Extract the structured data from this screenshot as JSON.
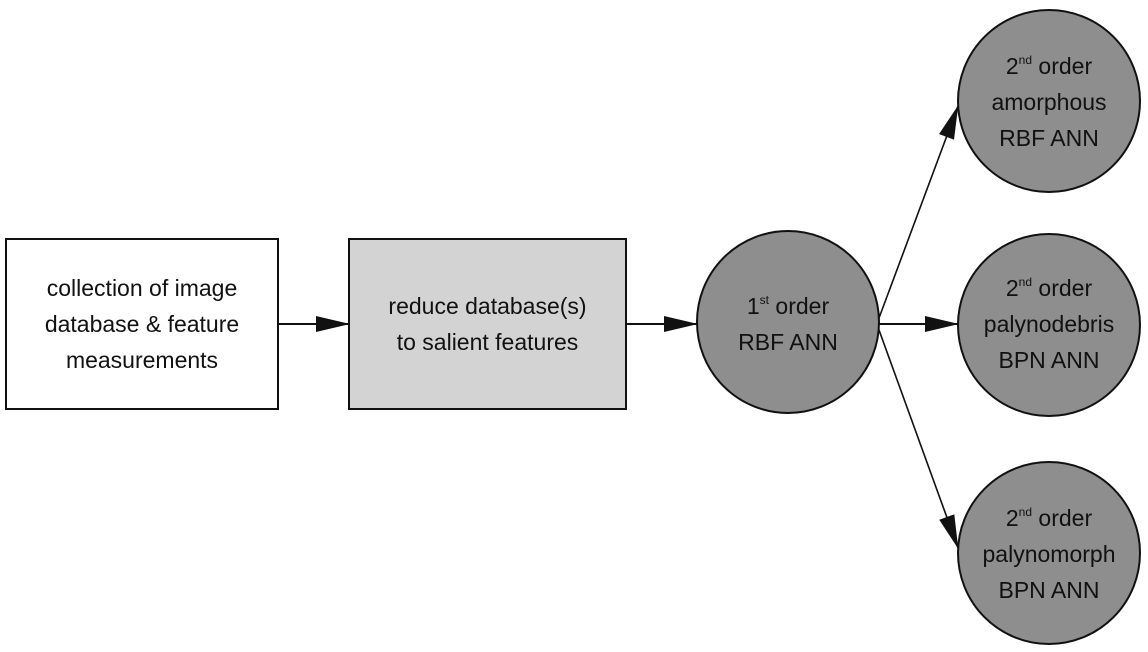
{
  "diagram": {
    "box1": {
      "lines": [
        "collection of image",
        "database & feature",
        "measurements"
      ],
      "fill": "#ffffff"
    },
    "box2": {
      "lines": [
        "reduce database(s)",
        "to salient features"
      ],
      "fill": "#d3d3d3"
    },
    "node_first": {
      "ordinal": "1",
      "suffix": "st",
      "word": "order",
      "line2": "RBF ANN",
      "fill": "#8e8e8e"
    },
    "node_amorphous": {
      "ordinal": "2",
      "suffix": "nd",
      "word": "order",
      "line2": "amorphous",
      "line3": "RBF ANN",
      "fill": "#8e8e8e"
    },
    "node_palynodebris": {
      "ordinal": "2",
      "suffix": "nd",
      "word": "order",
      "line2": "palynodebris",
      "line3": "BPN ANN",
      "fill": "#8e8e8e"
    },
    "node_palynomorph": {
      "ordinal": "2",
      "suffix": "nd",
      "word": "order",
      "line2": "palynomorph",
      "line3": "BPN ANN",
      "fill": "#8e8e8e"
    },
    "colors": {
      "stroke": "#111111",
      "arrow": "#111111"
    }
  }
}
